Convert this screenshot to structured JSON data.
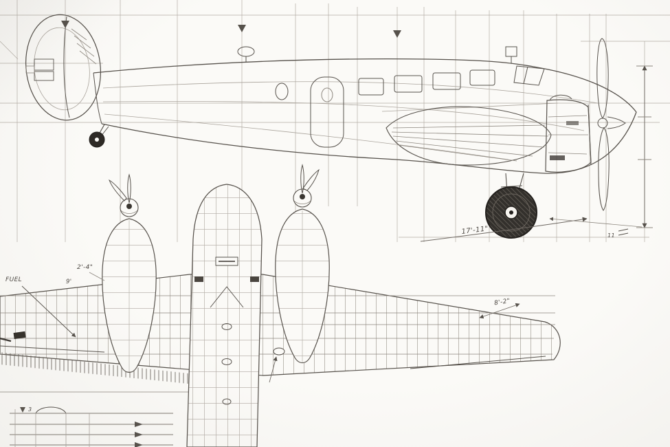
{
  "annotations": {
    "gear_span": "17'-11\"",
    "fuel": "FUEL",
    "dim_2_4": "2'-4\"",
    "dim_9": "9'",
    "dim_8_2": "8'-2\"",
    "inset_num": "3",
    "margin_num": "11"
  },
  "colors": {
    "paper": "#fbfaf7",
    "pencil": "#56514b",
    "construction": "#b3ada5",
    "ink_dark": "#26231f"
  }
}
